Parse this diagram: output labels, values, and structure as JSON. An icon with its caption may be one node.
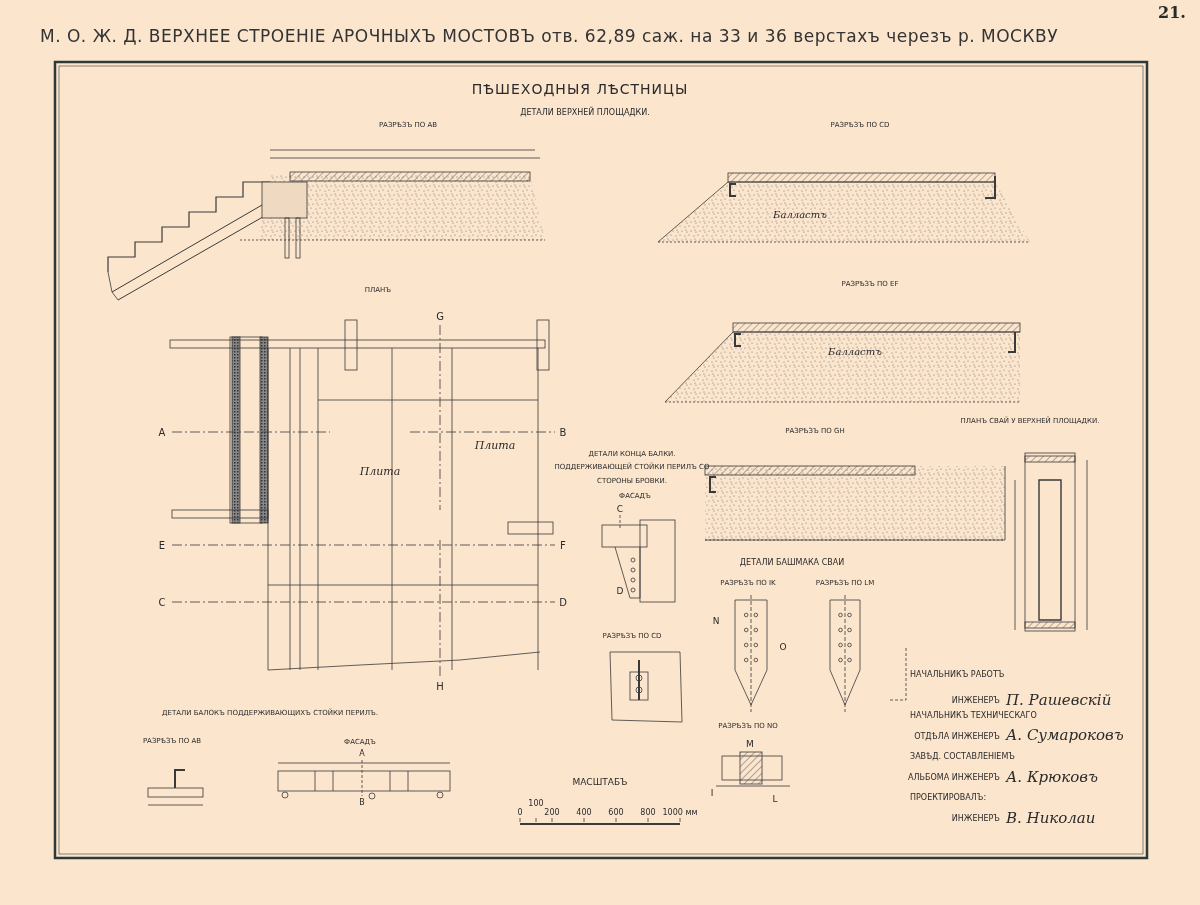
{
  "diagram": {
    "title": "М. О. Ж. Д. ВЕРХНЕЕ СТРОЕНІЕ АРОЧНЫХЪ МОСТОВЪ отв. 62,89 саж. на 33 и 36 верстахъ черезъ р. МОСКВУ",
    "labels": [
      "21.",
      "ПѢШЕХОДНЫЯ ЛѢСТНИЦЫ",
      "ДЕТАЛИ ВЕРХНЕЙ ПЛОЩАДКИ.",
      "РАЗРѢЗЪ ПО AB",
      "РАЗРѢЗЪ ПО CD",
      "ПЛАНЪ",
      "РАЗРѢЗЪ ПО EF",
      "РАЗРѢЗЪ ПО GH",
      "ПЛАНЪ СВАЙ У ВЕРХНЕЙ ПЛОЩАДКИ.",
      "Балластъ",
      "Балластъ",
      "G",
      "A",
      "B",
      "Плита",
      "Плита",
      "ДЕТАЛИ КОНЦА БАЛКИ. ПОДДЕРЖИВАЮЩЕЙ СТОЙКИ ПЕРИЛЪ СО СТОРОНЫ БРОВКИ.",
      "ФАСАДЪ",
      "C",
      "ДЕТАЛИ БАШМАКА СВАИ",
      "E",
      "F",
      "РАЗРѢЗЪ ПО IK",
      "РАЗРѢЗЪ ПО LM",
      "D",
      "C",
      "D",
      "N",
      "РАЗРѢЗЪ ПО CD",
      "O",
      "H",
      "ДЕТАЛИ БАЛОКЪ ПОДДЕРЖИВАЮЩИХЪ СТОЙКИ ПЕРИЛЪ.",
      "РАЗРѢЗЪ ПО NO",
      "РАЗРѢЗЪ ПО AB",
      "ФАСАДЪ",
      "M",
      "A",
      "МАСШТАБЪ",
      "I",
      "B",
      "L",
      "0",
      "100",
      "200",
      "400",
      "600",
      "800",
      "1000 мм",
      "НАЧАЛЬНИКЪ РАБОТЪ",
      "ИНЖЕНЕРЪ",
      "П. Рашевскій",
      "НАЧАЛЬНИКЪ ТЕХНИЧЕСКАГО",
      "ОТДѢЛА ИНЖЕНЕРЪ",
      "А. Сумароковъ",
      "ЗАВѢД. СОСТАВЛЕНІЕМЪ",
      "АЛЬБОМА ИНЖЕНЕРЪ",
      "А. Крюковъ",
      "ПРОЕКТИРОВАЛЪ:",
      "ИНЖЕНЕРЪ",
      "В. Николаи"
    ]
  }
}
